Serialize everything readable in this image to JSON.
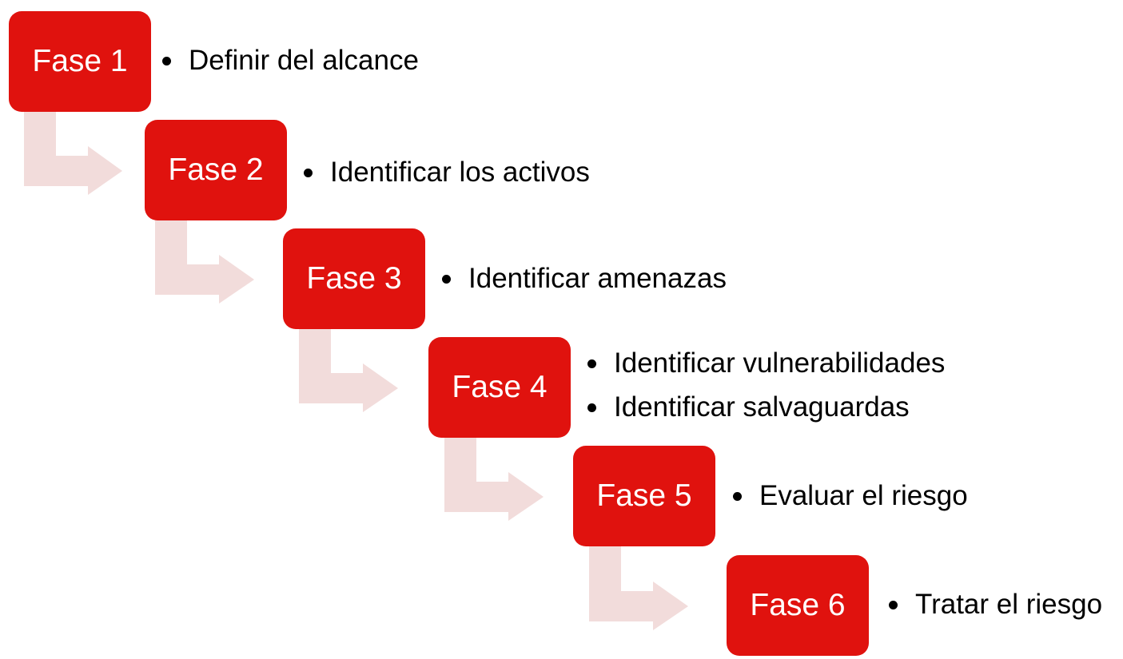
{
  "colors": {
    "phase_box": "#e0120e",
    "arrow": "#f2dcdb",
    "text": "#000000"
  },
  "phases": [
    {
      "label": "Fase 1",
      "bullets": [
        "Definir del alcance"
      ]
    },
    {
      "label": "Fase 2",
      "bullets": [
        "Identificar los activos"
      ]
    },
    {
      "label": "Fase 3",
      "bullets": [
        "Identificar amenazas"
      ]
    },
    {
      "label": "Fase 4",
      "bullets": [
        "Identificar vulnerabilidades",
        "Identificar salvaguardas"
      ]
    },
    {
      "label": "Fase 5",
      "bullets": [
        "Evaluar el riesgo"
      ]
    },
    {
      "label": "Fase 6",
      "bullets": [
        "Tratar el riesgo"
      ]
    }
  ]
}
